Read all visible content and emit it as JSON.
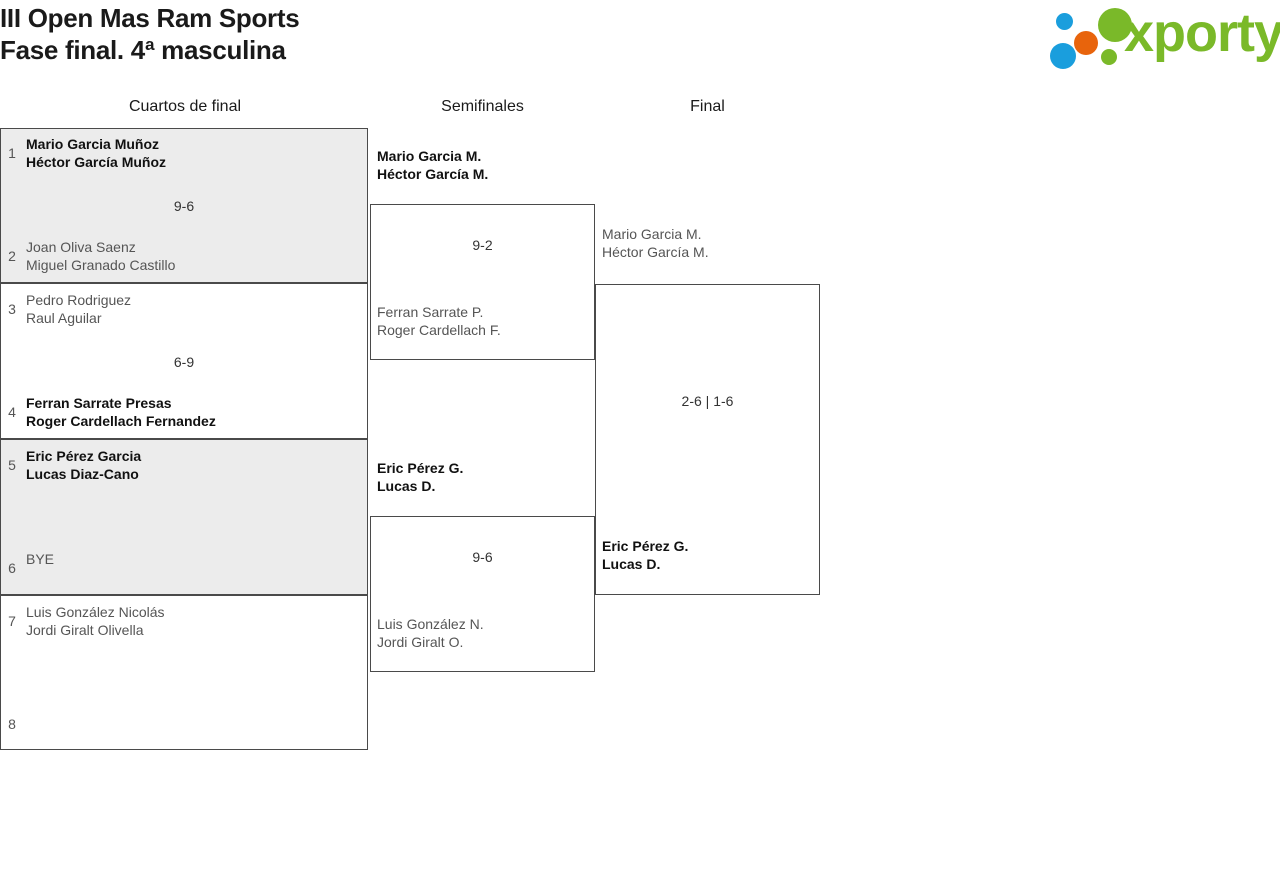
{
  "header": {
    "title_line_1": "III Open Mas Ram Sports",
    "title_line_2": "Fase final. 4ª masculina",
    "logo": {
      "wordmark": "xporty",
      "colors": {
        "green": "#7ab929",
        "blue": "#1a9edd",
        "orange": "#e8640c"
      }
    }
  },
  "rounds": [
    {
      "label": "Cuartos de final"
    },
    {
      "label": "Semifinales"
    },
    {
      "label": "Final"
    }
  ],
  "colors": {
    "shaded_row": "#ececec",
    "border": "#4a4a4a",
    "winner_text": "#111111",
    "loser_text": "#555555"
  },
  "quarterfinals": [
    {
      "shaded": true,
      "score": "9-6",
      "top": {
        "seed": "1",
        "player1": "Mario Garcia Muñoz",
        "player2": "Héctor García Muñoz",
        "result": "winner"
      },
      "bottom": {
        "seed": "2",
        "player1": "Joan Oliva Saenz",
        "player2": "Miguel Granado Castillo",
        "result": "loser"
      }
    },
    {
      "shaded": false,
      "score": "6-9",
      "top": {
        "seed": "3",
        "player1": "Pedro Rodriguez",
        "player2": "Raul Aguilar",
        "result": "loser"
      },
      "bottom": {
        "seed": "4",
        "player1": "Ferran Sarrate Presas",
        "player2": "Roger Cardellach Fernandez",
        "result": "winner"
      }
    },
    {
      "shaded": true,
      "score": "",
      "top": {
        "seed": "5",
        "player1": "Eric Pérez Garcia",
        "player2": "Lucas Diaz-Cano",
        "result": "winner"
      },
      "bottom": {
        "seed": "6",
        "player1": "BYE",
        "player2": "",
        "result": "loser"
      }
    },
    {
      "shaded": false,
      "score": "",
      "top": {
        "seed": "7",
        "player1": "Luis González Nicolás",
        "player2": "Jordi Giralt Olivella",
        "result": "loser"
      },
      "bottom": {
        "seed": "8",
        "player1": "",
        "player2": "",
        "result": "loser"
      }
    }
  ],
  "semifinals": [
    {
      "score": "9-2",
      "top": {
        "player1": "Mario Garcia M.",
        "player2": "Héctor García M.",
        "result": "winner"
      },
      "bottom": {
        "player1": "Ferran Sarrate P.",
        "player2": "Roger Cardellach F.",
        "result": "loser"
      }
    },
    {
      "score": "9-6",
      "top": {
        "player1": "Eric Pérez G.",
        "player2": "Lucas D.",
        "result": "winner"
      },
      "bottom": {
        "player1": "Luis González N.",
        "player2": "Jordi Giralt O.",
        "result": "loser"
      }
    }
  ],
  "final": {
    "score": "2-6 | 1-6",
    "top": {
      "player1": "Mario Garcia M.",
      "player2": "Héctor García M.",
      "result": "loser"
    },
    "bottom": {
      "player1": "Eric Pérez G.",
      "player2": "Lucas D.",
      "result": "winner"
    }
  }
}
